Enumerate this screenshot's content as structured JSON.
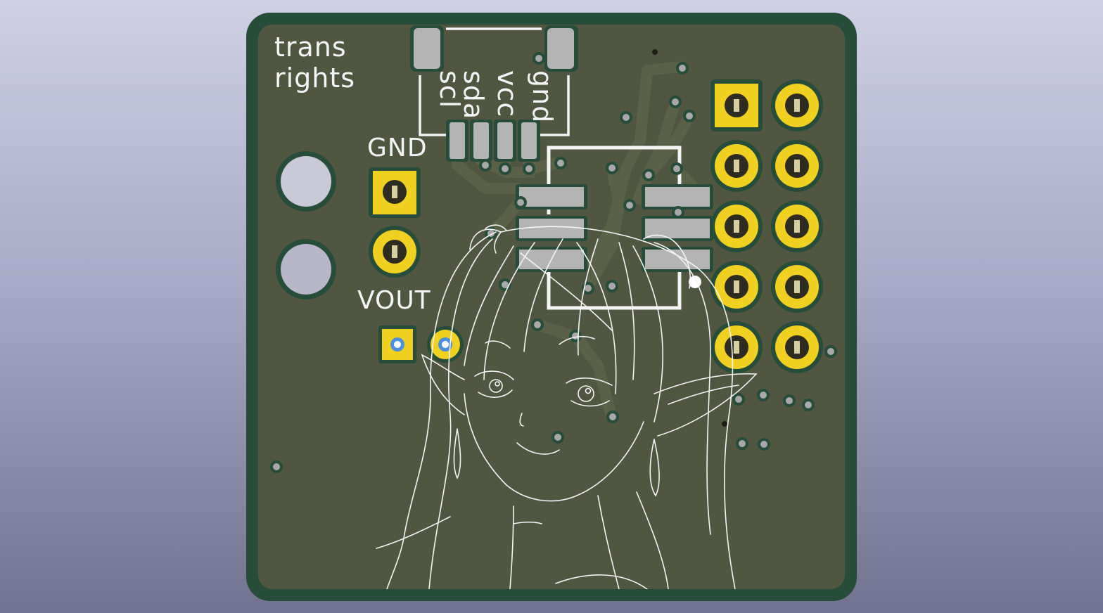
{
  "scene": {
    "background_top": "#cfd0e6",
    "background_bottom": "#727390",
    "board_edge_color": "#264d3a",
    "board_fill_color": "#50563f",
    "copper_color": "#f0d020",
    "pad_gray": "#b4b4b4",
    "silkscreen_color": "#f4f4f4",
    "via_color": "#a8a8a8"
  },
  "silkscreen": {
    "title_line1": "trans",
    "title_line2": "rights",
    "gnd_label": "GND",
    "vout_label": "VOUT",
    "connector_pins": [
      "scl",
      "sda",
      "vcc",
      "gnd"
    ]
  },
  "header": {
    "rows": 5,
    "columns": 2
  },
  "artwork": {
    "subject": "elf girl line art (silkscreen)"
  }
}
